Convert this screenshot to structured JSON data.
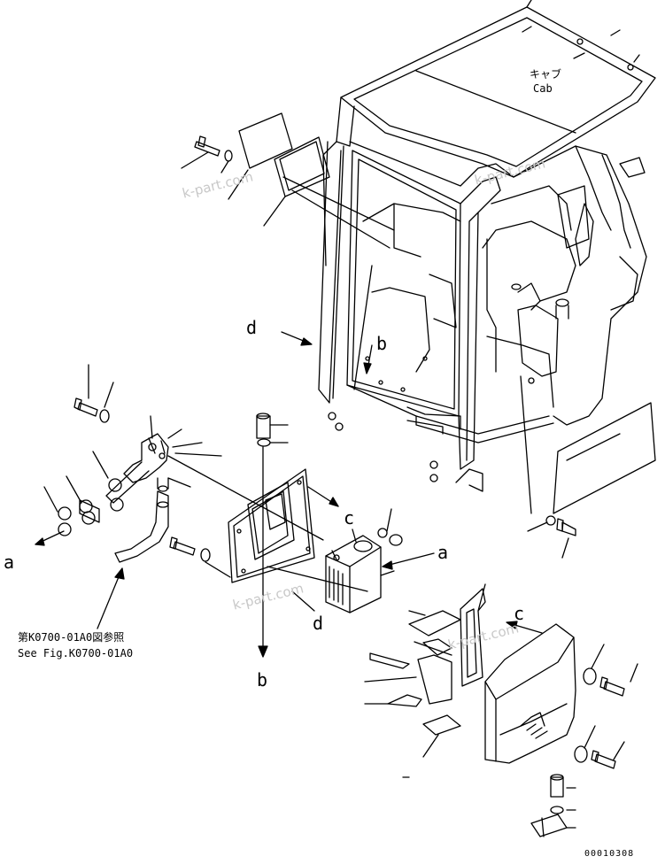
{
  "diagram": {
    "cab_label_jp": "キャブ",
    "cab_label_en": "Cab",
    "callouts": {
      "d_left": "d",
      "b_inner": "b",
      "a_left": "a",
      "c_mid": "c",
      "a_right": "a",
      "d_bottom": "d",
      "b_bottom": "b",
      "c_right": "c"
    },
    "reference_jp": "第K0700-01A0図参照",
    "reference_en": "See Fig.K0700-01A0",
    "drawing_number": "00010308",
    "watermark": "k-part.com"
  },
  "colors": {
    "line": "#000000",
    "watermark": "#c8c8c8",
    "background": "#ffffff"
  }
}
